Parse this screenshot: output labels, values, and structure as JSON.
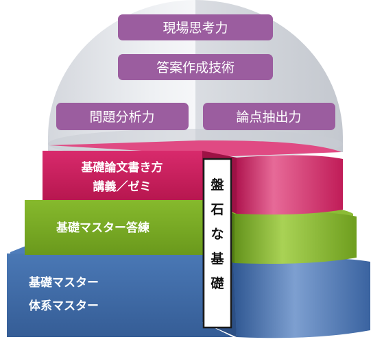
{
  "skills": [
    "現場思考力",
    "答案作成技術",
    "問題分析力",
    "論点抽出力"
  ],
  "tiers": [
    {
      "line1": "基礎論文書き方",
      "line2": "講義／ゼミ"
    },
    {
      "line1": "基礎マスター答練"
    },
    {
      "line1": "基礎マスター",
      "line2": "体系マスター"
    }
  ],
  "pillar": {
    "label": "盤石な基礎"
  },
  "colors": {
    "pill": "#9b5d9f",
    "tier_top": "#cc1f62",
    "tier_middle": "#7aaa24",
    "tier_bottom": "#3f6ba8",
    "dome": "#c9ccd3"
  }
}
